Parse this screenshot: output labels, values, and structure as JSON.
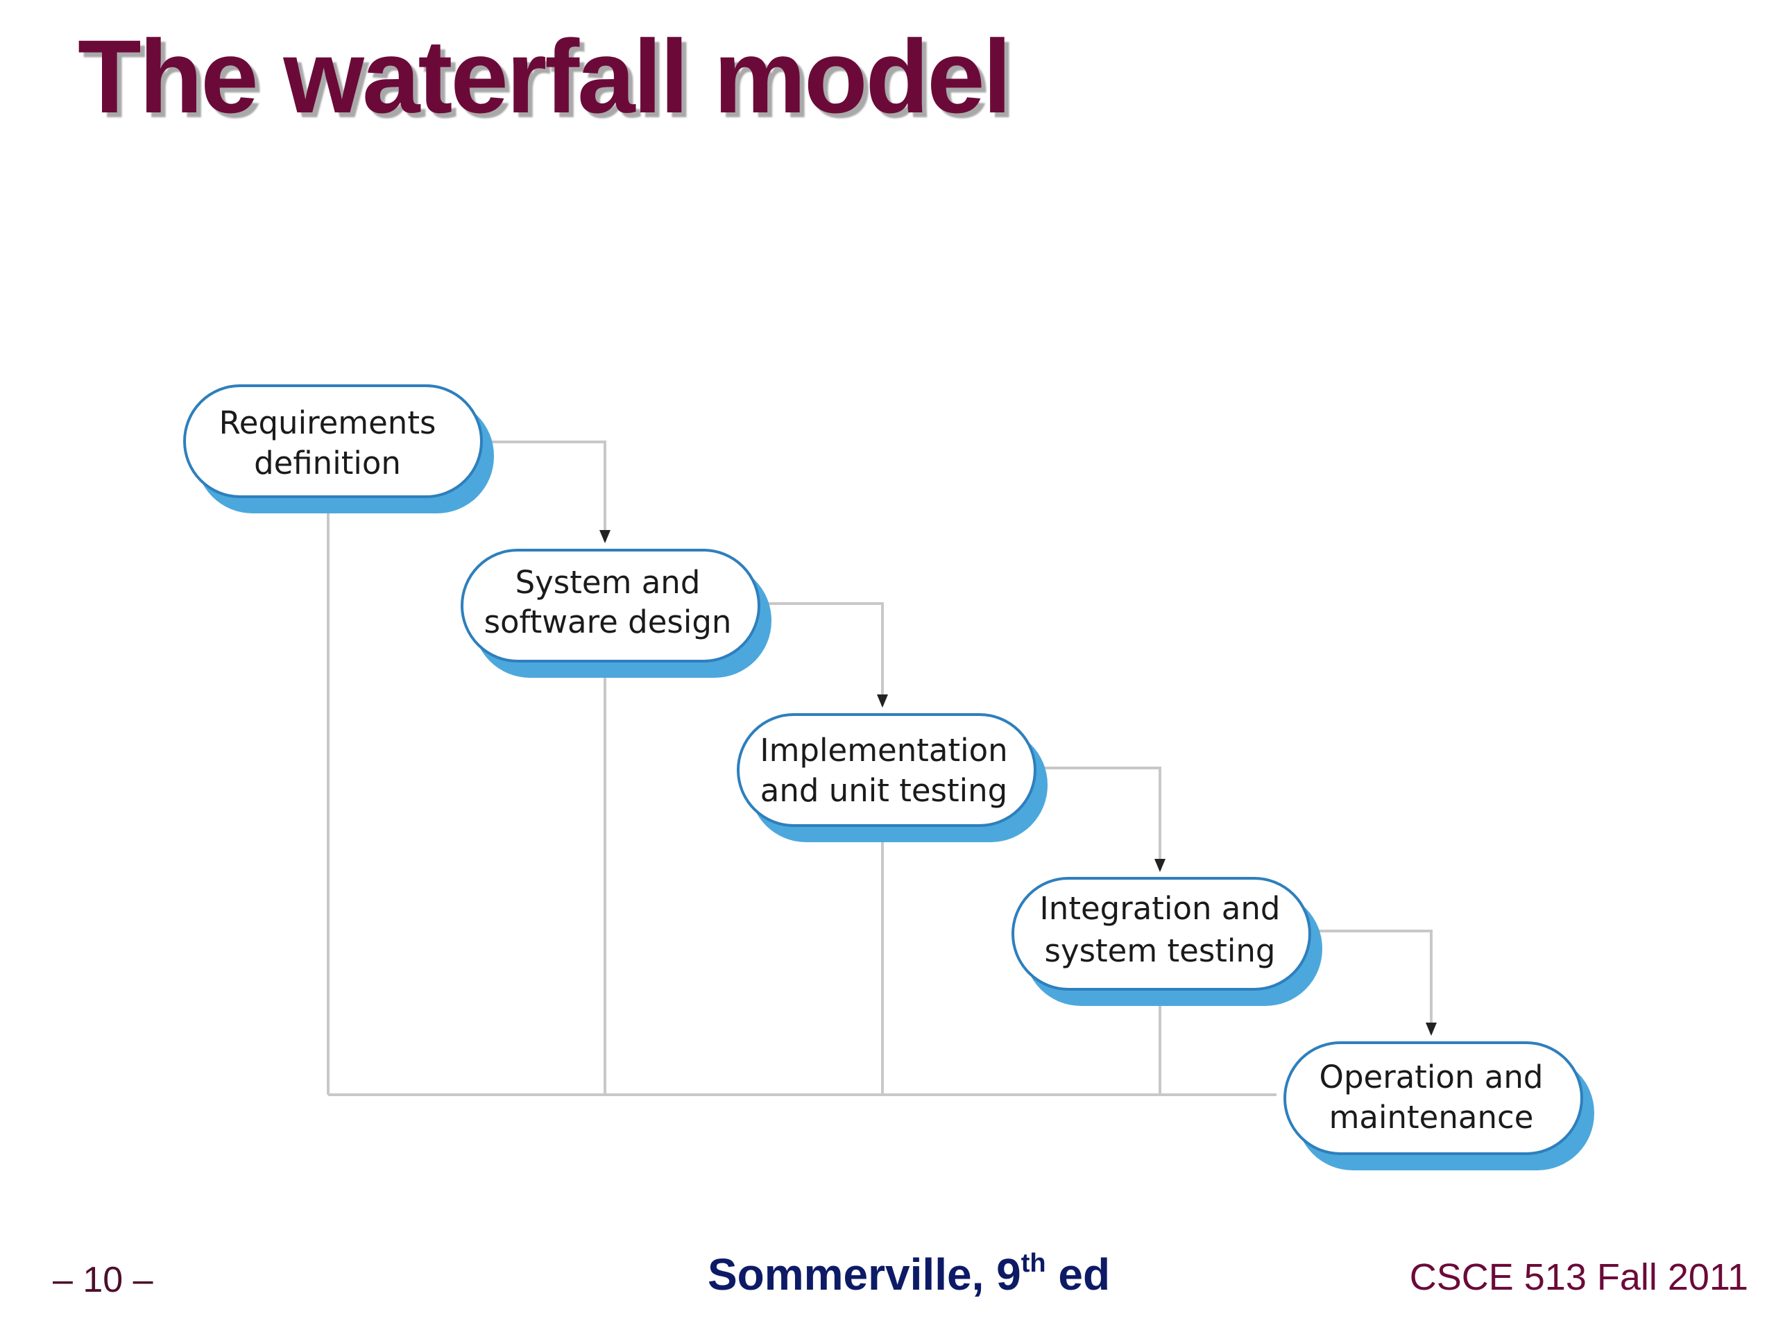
{
  "title": "The waterfall model",
  "diagram": {
    "stages": [
      {
        "line1": "Requirements",
        "line2": "definition"
      },
      {
        "line1": "System and",
        "line2": "software design"
      },
      {
        "line1": "Implementation",
        "line2": "and unit testing"
      },
      {
        "line1": "Integration and",
        "line2": "system testing"
      },
      {
        "line1": "Operation and",
        "line2": "maintenance"
      }
    ],
    "colors": {
      "box_border": "#2e7fbd",
      "box_shadow": "#4ca8dc",
      "connector": "#c8c8c8",
      "arrow": "#222222"
    }
  },
  "footer": {
    "page_number": "– 10 –",
    "source_main": "Sommerville, 9",
    "source_sup": "th",
    "source_end": " ed",
    "course": "CSCE 513 Fall 2011"
  },
  "colors": {
    "title": "#6b0a38",
    "source": "#0d1a66"
  }
}
